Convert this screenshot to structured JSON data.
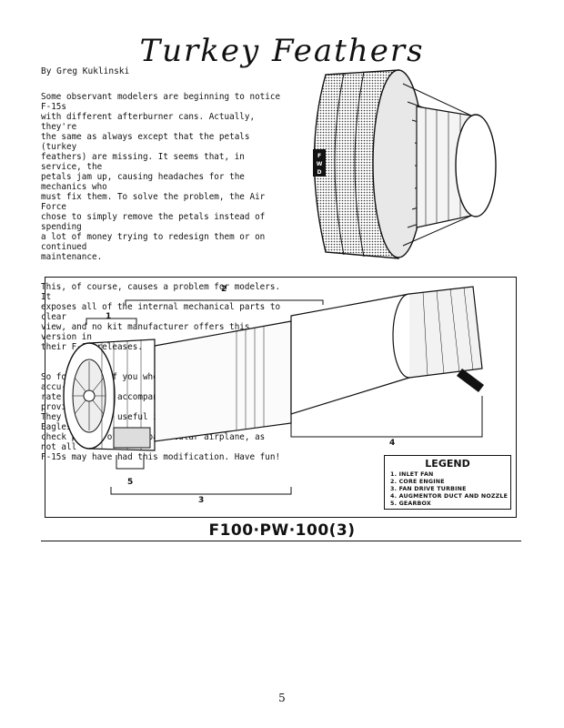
{
  "article": {
    "title": "Turkey Feathers",
    "byline": "By Greg Kuklinski",
    "paragraphs": [
      "Some observant modelers are beginning to notice F-15s\nwith different afterburner cans.  Actually, they're\nthe same as always except that the petals (turkey\nfeathers) are missing.  It seems that, in service, the\npetals jam up, causing headaches for the mechanics who\nmust fix them.  To solve the problem, the Air Force\nchose to simply remove the petals instead of spending\na lot of money trying to redesign them or on continued\nmaintenance.",
      "This, of course, causes a problem for modelers.  It\nexposes all of the internal mechanical parts to clear\nview, and no kit manufacturer offers this version in\ntheir F-15 releases.",
      "So for those of you who must have an absolutely accu-\nrate F-15, the accompanying drawings are provided.\nThey should be useful in accurizing your Eagles.  But\ncheck photos of your particular airplane, as not all\nF-15s may have had this modification.  Have fun!"
    ]
  },
  "nozzle_drawing": {
    "fwd_label": "FWD"
  },
  "engine_drawing": {
    "callouts": [
      "1",
      "2",
      "3",
      "4",
      "5"
    ],
    "legend": {
      "title": "LEGEND",
      "items": [
        "1. INLET FAN",
        "2. CORE ENGINE",
        "3. FAN DRIVE TURBINE",
        "4. AUGMENTOR DUCT AND NOZZLE",
        "5. GEARBOX"
      ]
    },
    "caption": "F100·PW·100(3)"
  },
  "page": {
    "number": "5"
  }
}
